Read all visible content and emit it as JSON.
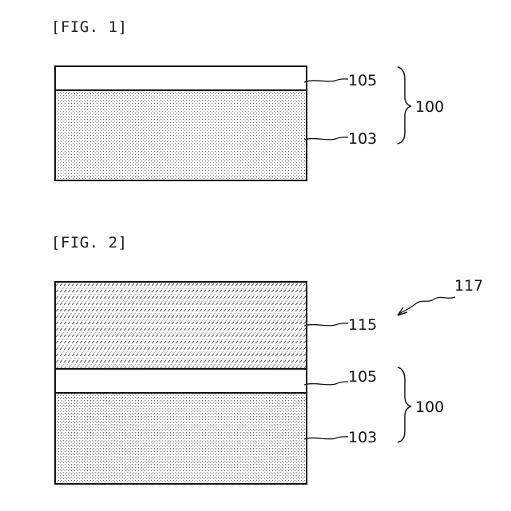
{
  "figures": [
    {
      "title": "[FIG. 1]",
      "layers": [
        {
          "ref": "105",
          "fill": "plain"
        },
        {
          "ref": "103",
          "fill": "dotted"
        }
      ],
      "bracket_label": "100"
    },
    {
      "title": "[FIG. 2]",
      "arrow_label": "117",
      "layers": [
        {
          "ref": "115",
          "fill": "hatched"
        },
        {
          "ref": "105",
          "fill": "plain"
        },
        {
          "ref": "103",
          "fill": "dotted"
        }
      ],
      "bracket_label": "100"
    }
  ],
  "colors": {
    "line": "#111111",
    "dot": "#555555",
    "hatch": "#555555",
    "background": "#ffffff"
  }
}
